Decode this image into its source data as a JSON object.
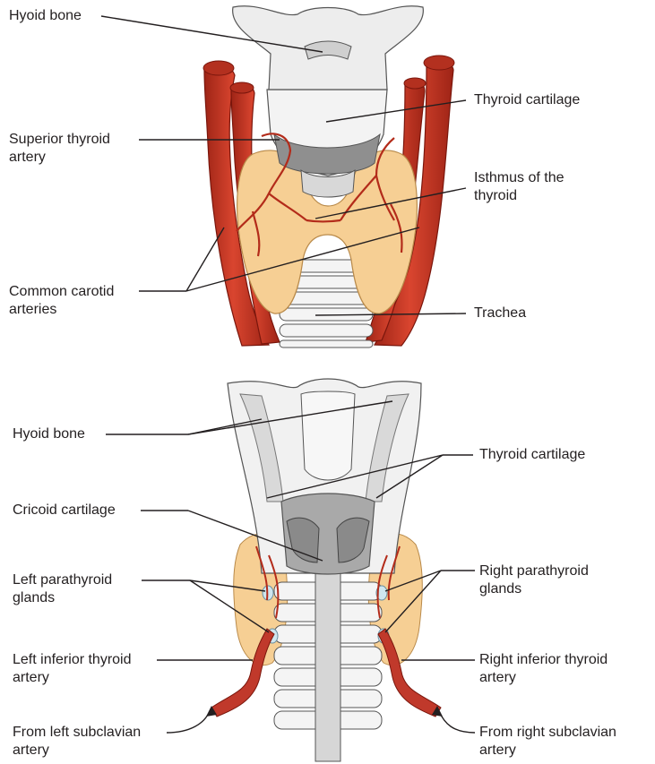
{
  "anterior_view": {
    "labels": {
      "hyoid_bone": [
        "Hyoid bone"
      ],
      "superior_thyroid_artery": [
        "Superior thyroid",
        "artery"
      ],
      "common_carotid_arteries": [
        "Common carotid",
        "arteries"
      ],
      "thyroid_cartilage": [
        "Thyroid cartilage"
      ],
      "isthmus": [
        "Isthmus of the",
        "thyroid"
      ],
      "trachea": [
        "Trachea"
      ]
    }
  },
  "posterior_view": {
    "labels": {
      "hyoid_bone": [
        "Hyoid bone"
      ],
      "cricoid_cartilage": [
        "Cricoid cartilage"
      ],
      "left_parathyroid": [
        "Left parathyroid",
        "glands"
      ],
      "left_inferior_thyroid_artery": [
        "Left inferior thyroid",
        "artery"
      ],
      "from_left_subclavian": [
        "From left subclavian",
        "artery"
      ],
      "thyroid_cartilage": [
        "Thyroid cartilage"
      ],
      "right_parathyroid": [
        "Right parathyroid",
        "glands"
      ],
      "right_inferior_thyroid_artery": [
        "Right inferior thyroid",
        "artery"
      ],
      "from_right_subclavian": [
        "From right subclavian",
        "artery"
      ]
    }
  },
  "colors": {
    "artery": "#c0392b",
    "artery_dark": "#8e1c12",
    "thyroid": "#f6cf94",
    "cartilage": "#efefef",
    "cartilage_shade": "#9a9a9a",
    "parathyroid": "#cfe6ef",
    "leader": "#231f20"
  }
}
